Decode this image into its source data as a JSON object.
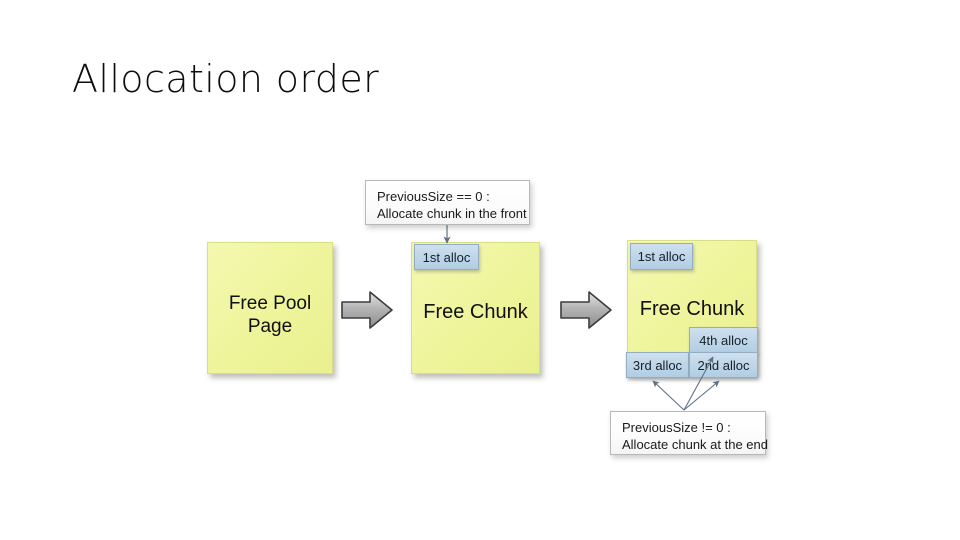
{
  "slide": {
    "title": "Allocation order",
    "background_color": "#ffffff"
  },
  "palette": {
    "free_memory_fill": "#eef49a",
    "free_memory_border": "#d8dd86",
    "alloc_chunk_fill": "#bed6e8",
    "alloc_chunk_border": "#93aec4",
    "callout_fill": "#ffffff",
    "callout_border": "#b8b8b8",
    "flow_arrow_fill": "#a8a8a8",
    "flow_arrow_border": "#3d3d3d",
    "connector_stroke": "#5f7185",
    "text_color": "#101010"
  },
  "diagram": {
    "stages": [
      {
        "id": "stage-initial",
        "block_label_line1": "Free Pool",
        "block_label_line2": "Page",
        "allocations": []
      },
      {
        "id": "stage-first-alloc",
        "block_label_line1": "Free Chunk",
        "block_label_line2": "",
        "allocations": [
          {
            "id": "alloc-mid-1",
            "label": "1st alloc",
            "position": "top-left"
          }
        ]
      },
      {
        "id": "stage-multi-alloc",
        "block_label_line1": "Free Chunk",
        "block_label_line2": "",
        "allocations": [
          {
            "id": "alloc-r-1",
            "label": "1st alloc",
            "position": "top-left"
          },
          {
            "id": "alloc-r-4",
            "label": "4th alloc",
            "position": "bottom-right-upper"
          },
          {
            "id": "alloc-r-3",
            "label": "3rd alloc",
            "position": "bottom-left"
          },
          {
            "id": "alloc-r-2",
            "label": "2nd alloc",
            "position": "bottom-right"
          }
        ]
      }
    ],
    "flow_arrows": [
      {
        "id": "flow-arrow-1",
        "direction": "right"
      },
      {
        "id": "flow-arrow-2",
        "direction": "right"
      }
    ],
    "callouts": [
      {
        "id": "callout-front",
        "line1": "PreviousSize == 0 :",
        "line2": "Allocate chunk in the front",
        "points_to": [
          "1st alloc"
        ]
      },
      {
        "id": "callout-end",
        "line1": "PreviousSize != 0 :",
        "line2": "Allocate chunk at the end",
        "points_to": [
          "3rd alloc",
          "2nd alloc",
          "4th alloc"
        ]
      }
    ]
  }
}
